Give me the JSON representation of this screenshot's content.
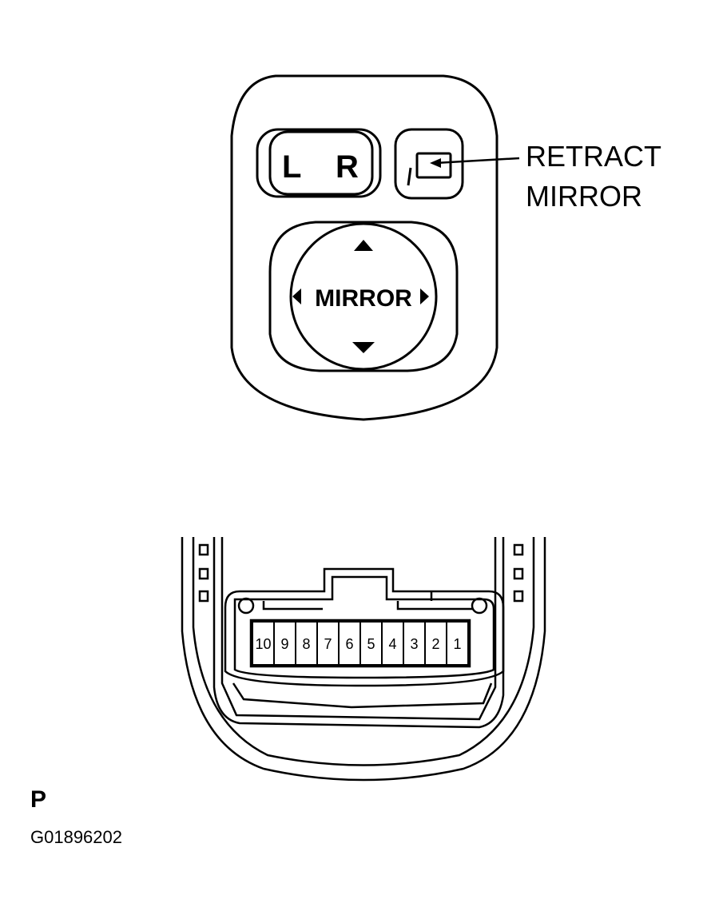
{
  "switch": {
    "lr_left_label": "L",
    "lr_right_label": "R",
    "mirror_label": "MIRROR",
    "callout": {
      "line1": "RETRACT",
      "line2": "MIRROR"
    },
    "direction_icons": [
      "triangle-up-icon",
      "triangle-down-icon",
      "triangle-left-icon",
      "triangle-right-icon"
    ]
  },
  "connector": {
    "pins": [
      "10",
      "9",
      "8",
      "7",
      "6",
      "5",
      "4",
      "3",
      "2",
      "1"
    ]
  },
  "figure": {
    "side_label": "P",
    "code": "G01896202"
  }
}
